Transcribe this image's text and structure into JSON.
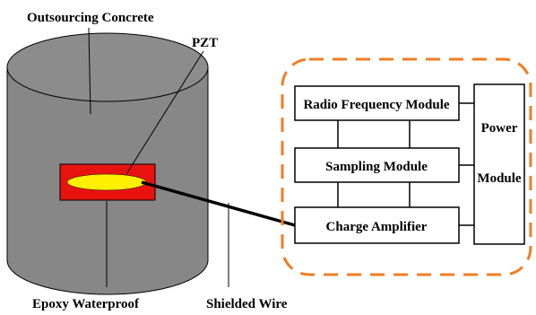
{
  "labels": {
    "outsourcing_concrete": "Outsourcing Concrete",
    "pzt": "PZT",
    "epoxy_waterproof": "Epoxy Waterproof",
    "shielded_wire": "Shielded Wire"
  },
  "modules": {
    "radio_frequency": "Radio Frequency Module",
    "sampling": "Sampling Module",
    "charge_amplifier": "Charge Amplifier",
    "power_line1": "Power",
    "power_line2": "Module"
  },
  "colors": {
    "concrete": "#878787",
    "concrete_top": "#8c8c8c",
    "epoxy": "#e8130f",
    "pzt": "#ffef00",
    "dashed_border": "#f07d23"
  }
}
